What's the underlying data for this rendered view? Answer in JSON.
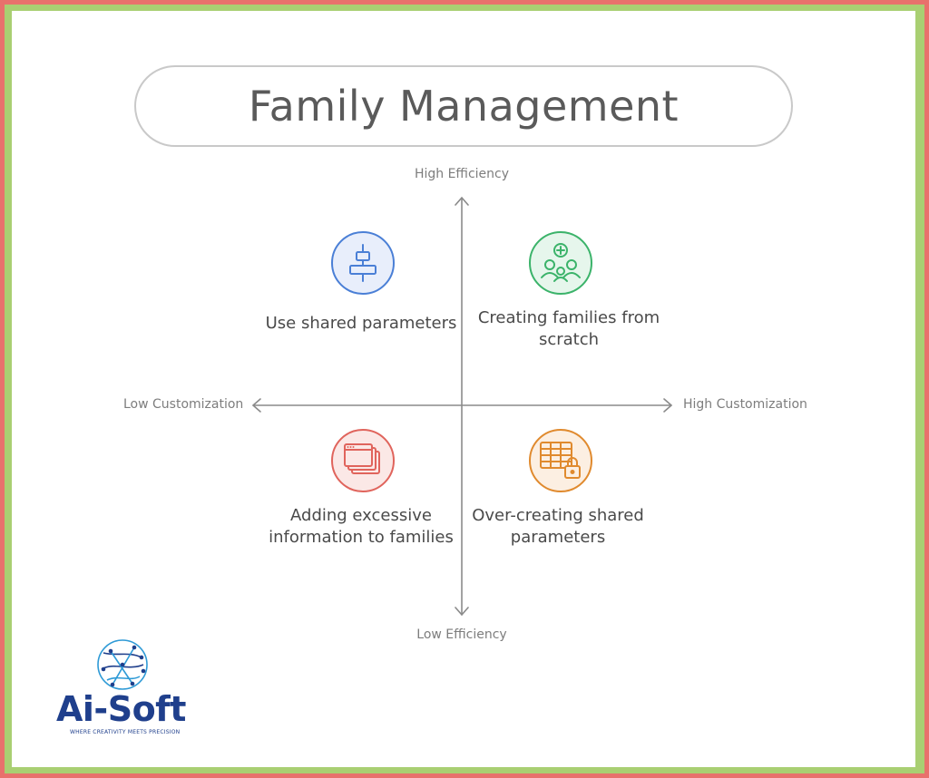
{
  "title": "Family Management",
  "axes": {
    "top": "High Efficiency",
    "bottom": "Low Efficiency",
    "left": "Low Customization",
    "right": "High Customization"
  },
  "quadrants": {
    "top_left": {
      "label": "Use shared parameters",
      "icon": "align-center-icon",
      "color": "#4a7fd6"
    },
    "top_right": {
      "label": "Creating families from scratch",
      "icon": "family-add-icon",
      "color": "#3bb36a"
    },
    "bottom_left": {
      "label": "Adding excessive information to families",
      "icon": "stacked-windows-icon",
      "color": "#e0645c"
    },
    "bottom_right": {
      "label": "Over-creating shared parameters",
      "icon": "locked-table-icon",
      "color": "#e08a2e"
    }
  },
  "logo": {
    "name": "Ai-Soft",
    "tagline": "WHERE CREATIVITY MEETS PRECISION",
    "color": "#1f3f8c",
    "accent": "#2e9ad6"
  },
  "colors": {
    "frame_outer": "#e8716c",
    "frame_inner": "#a9cf72",
    "axis": "#8a8a8a"
  }
}
